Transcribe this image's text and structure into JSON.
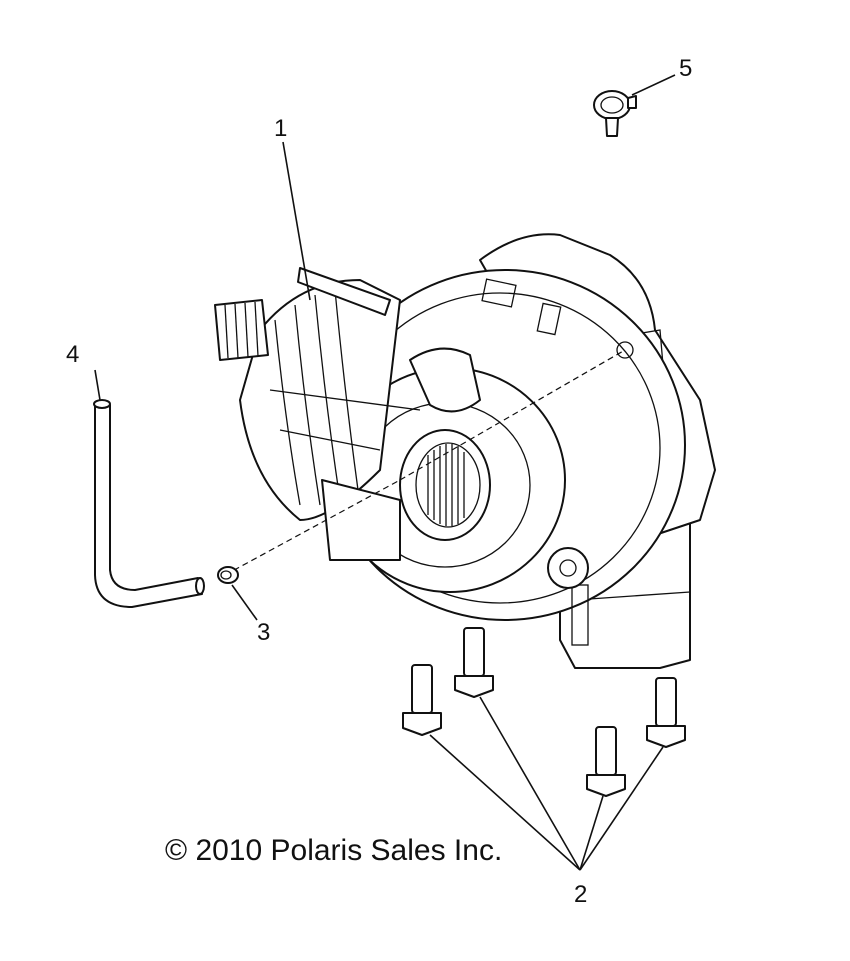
{
  "callouts": {
    "part1": "1",
    "part2": "2",
    "part3": "3",
    "part4": "4",
    "part5": "5"
  },
  "copyright": "© 2010 Polaris Sales Inc."
}
